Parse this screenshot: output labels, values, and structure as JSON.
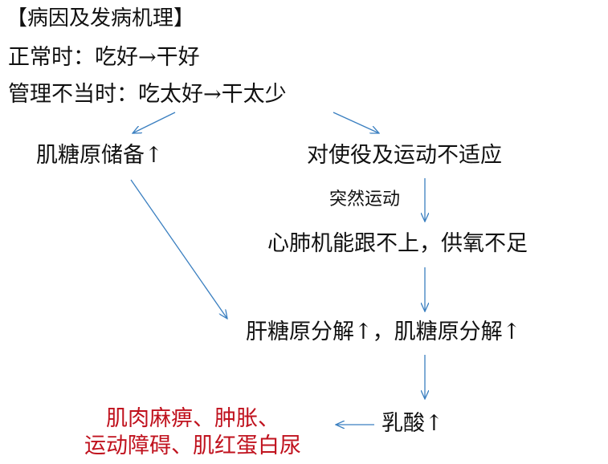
{
  "title": "【病因及发病机理】",
  "normal": "正常时：吃好→干好",
  "mismanaged": "管理不当时：吃太好→干太少",
  "nodes": {
    "glycogen_storage": "肌糖原储备↑",
    "maladaptation": "对使役及运动不适应",
    "sudden_exercise_label": "突然运动",
    "oxygen_deficit": "心肺机能跟不上，供氧不足",
    "glycogenolysis": "肝糖原分解↑，肌糖原分解↑",
    "lactic_acid": "乳酸↑",
    "result_line1": "肌肉麻痹、肿胀、",
    "result_line2": "运动障碍、肌红蛋白尿"
  },
  "colors": {
    "arrow": "#3a7fc0",
    "result_text": "#c0121e",
    "text": "#111111"
  }
}
